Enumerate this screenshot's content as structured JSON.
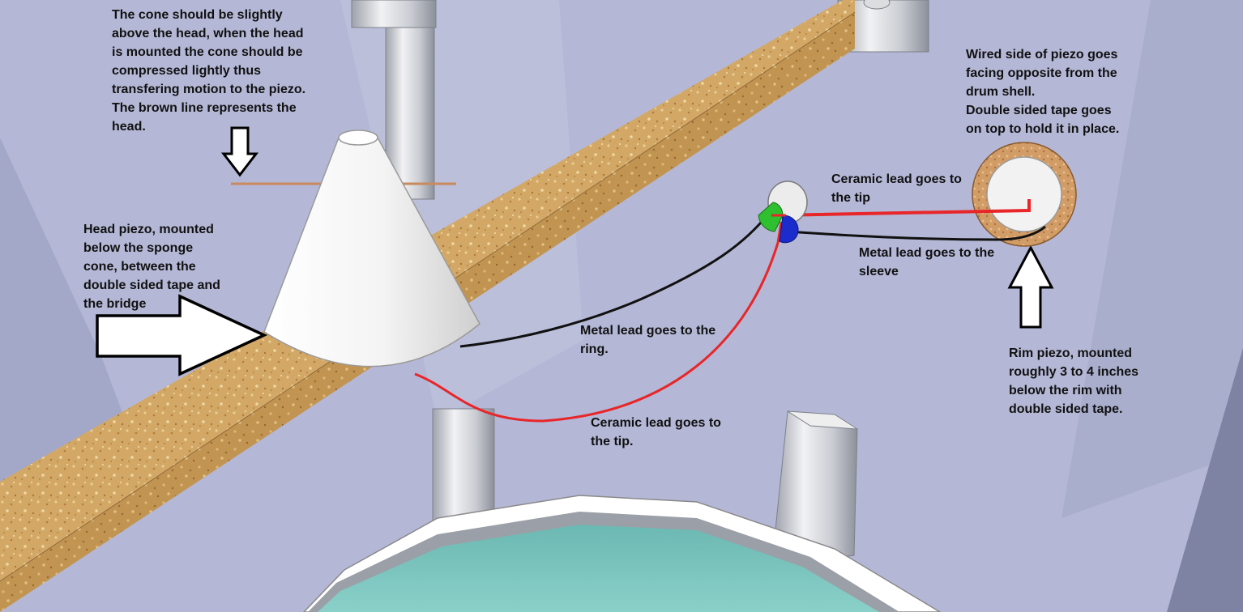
{
  "colors": {
    "background": "#b4b8d6",
    "bridge_wood": "#d2a563",
    "cone": "#f4f4f4",
    "head_line": "#c88a5e",
    "red_wire": "#e8262a",
    "black_wire": "#111111",
    "jack_green": "#2ec02e",
    "jack_blue": "#1a2dcc",
    "drum_water": "#7cc3bd"
  },
  "annotations": {
    "cone_note": {
      "lines": [
        "The cone should be slightly",
        "above the head, when the head",
        "is mounted the cone should be",
        "compressed lightly thus",
        "transfering motion to the piezo.",
        "The brown line represents the",
        "head."
      ]
    },
    "head_piezo_note": {
      "lines": [
        "Head piezo, mounted",
        "below the sponge",
        "cone, between the",
        "double sided tape and",
        "the bridge"
      ]
    },
    "wired_side_note": {
      "lines": [
        "Wired side of piezo goes",
        "facing opposite from the",
        "drum shell.",
        "Double sided tape goes",
        "on top to hold it in place."
      ]
    },
    "ceramic_tip_top": {
      "lines": [
        "Ceramic lead goes to",
        "the tip"
      ]
    },
    "metal_sleeve": {
      "lines": [
        "Metal lead goes to the",
        "sleeve"
      ]
    },
    "metal_ring": {
      "lines": [
        "Metal lead goes to the",
        "ring."
      ]
    },
    "ceramic_tip_bottom": {
      "lines": [
        "Ceramic lead goes to",
        "the tip."
      ]
    },
    "rim_piezo_note": {
      "lines": [
        "Rim piezo, mounted",
        "roughly 3 to 4 inches",
        "below the rim with",
        "double sided tape."
      ]
    }
  }
}
